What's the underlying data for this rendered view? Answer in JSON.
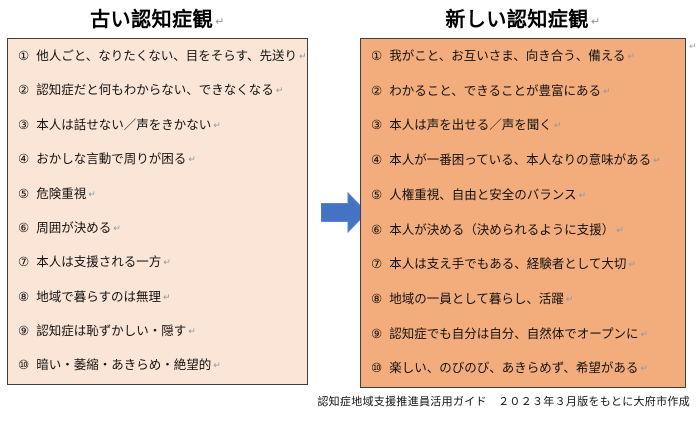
{
  "icons": {
    "paragraph_mark": "↵"
  },
  "colors": {
    "old_box_bg": "#FBE5D6",
    "new_box_bg": "#F3AC7C",
    "box_border": "#3f3f3f",
    "arrow_blue": "#4472C4",
    "text": "#121212"
  },
  "old_panel": {
    "title": "古い認知症観",
    "items": [
      {
        "num": "①",
        "text": "他人ごと、なりたくない、目をそらす、先送り"
      },
      {
        "num": "②",
        "text": "認知症だと何もわからない、できなくなる"
      },
      {
        "num": "③",
        "text": "本人は話せない／声をきかない"
      },
      {
        "num": "④",
        "text": "おかしな言動で周りが困る"
      },
      {
        "num": "⑤",
        "text": "危険重視"
      },
      {
        "num": "⑥",
        "text": "周囲が決める"
      },
      {
        "num": "⑦",
        "text": "本人は支援される一方"
      },
      {
        "num": "⑧",
        "text": "地域で暮らすのは無理"
      },
      {
        "num": "⑨",
        "text": "認知症は恥ずかしい・隠す"
      },
      {
        "num": "⑩",
        "text": "暗い・萎縮・あきらめ・絶望的"
      }
    ]
  },
  "new_panel": {
    "title": "新しい認知症観",
    "items": [
      {
        "num": "①",
        "text": "我がこと、お互いさま、向き合う、備える"
      },
      {
        "num": "②",
        "text": "わかること、できることが豊富にある"
      },
      {
        "num": "③",
        "text": "本人は声を出せる／声を聞く"
      },
      {
        "num": "④",
        "text": "本人が一番困っている、本人なりの意味がある"
      },
      {
        "num": "⑤",
        "text": "人権重視、自由と安全のバランス"
      },
      {
        "num": "⑥",
        "text": "本人が決める（決められるように支援）"
      },
      {
        "num": "⑦",
        "text": "本人は支え手でもある、経験者として大切"
      },
      {
        "num": "⑧",
        "text": "地域の一員として暮らし、活躍"
      },
      {
        "num": "⑨",
        "text": "認知症でも自分は自分、自然体でオープンに"
      },
      {
        "num": "⑩",
        "text": "楽しい、のびのび、あきらめず、希望がある"
      }
    ]
  },
  "footer": {
    "source": "認知症地域支援推進員活用ガイド　２０２３年３月版をもとに大府市作成"
  }
}
